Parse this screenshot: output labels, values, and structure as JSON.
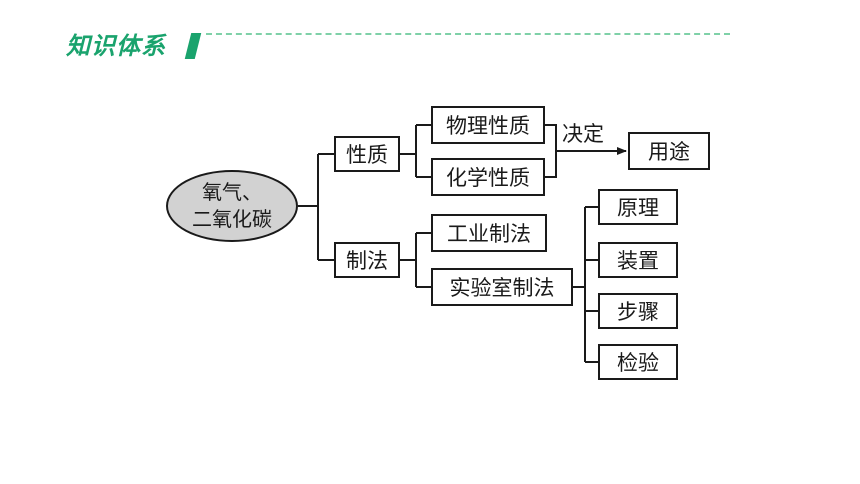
{
  "header": {
    "title": "知识体系",
    "accent_color": "#1aa36d"
  },
  "diagram": {
    "root": {
      "line1": "氧气、",
      "line2": "二氧化碳"
    },
    "properties": {
      "label": "性质",
      "physical": "物理性质",
      "chemical": "化学性质"
    },
    "decides_label": "决定",
    "uses": "用途",
    "preparation": {
      "label": "制法",
      "industrial": "工业制法",
      "laboratory": "实验室制法"
    },
    "lab_items": [
      "原理",
      "装置",
      "步骤",
      "检验"
    ]
  }
}
